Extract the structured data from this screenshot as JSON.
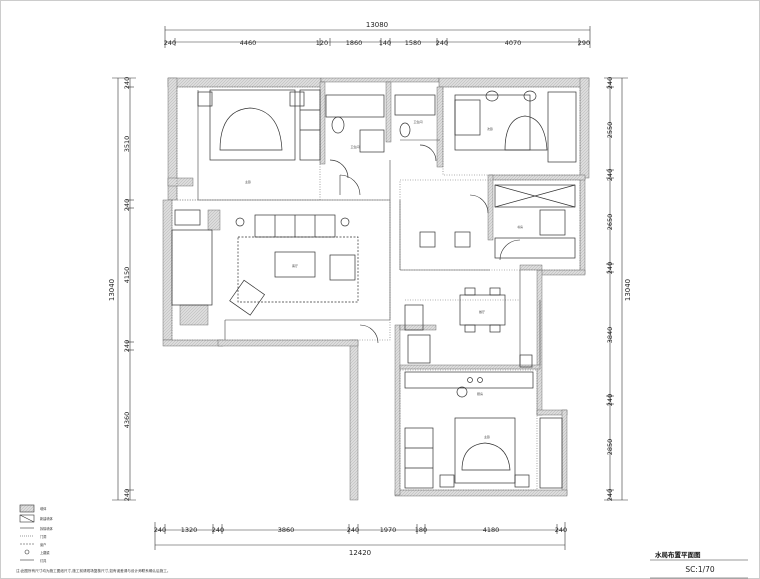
{
  "drawing": {
    "title": "水局布置平面图",
    "scale": "SC:1/70",
    "note": "注:此图所有尺寸均为施工图纸尺寸,施工前请现场复核尺寸,如有误差请与设计师联系确认后施工。"
  },
  "dimensions": {
    "top_total": "13080",
    "top_segments": [
      "240",
      "4460",
      "120",
      "1860",
      "140",
      "1580",
      "240",
      "4070",
      "290"
    ],
    "bottom_total": "12420",
    "bottom_segments": [
      "240",
      "1320",
      "240",
      "3860",
      "240",
      "1970",
      "180",
      "4180",
      "240"
    ],
    "left_total": "13040",
    "left_segments": [
      "240",
      "3510",
      "240",
      "4150",
      "240",
      "4360",
      "240"
    ],
    "right_total": "13040",
    "right_segments": [
      "240",
      "2550",
      "240",
      "2650",
      "240",
      "3840",
      "240",
      "2850",
      "240"
    ]
  },
  "legend": {
    "items": [
      "墙体",
      "新建墙体",
      "拆除墙体",
      "门洞",
      "窗户",
      "上翻梁",
      "灯具"
    ]
  },
  "rooms": {
    "labels": [
      "主卧",
      "客厅",
      "次卧",
      "书房",
      "餐厅",
      "厨房",
      "卫生间",
      "卫生间",
      "主卧"
    ]
  }
}
